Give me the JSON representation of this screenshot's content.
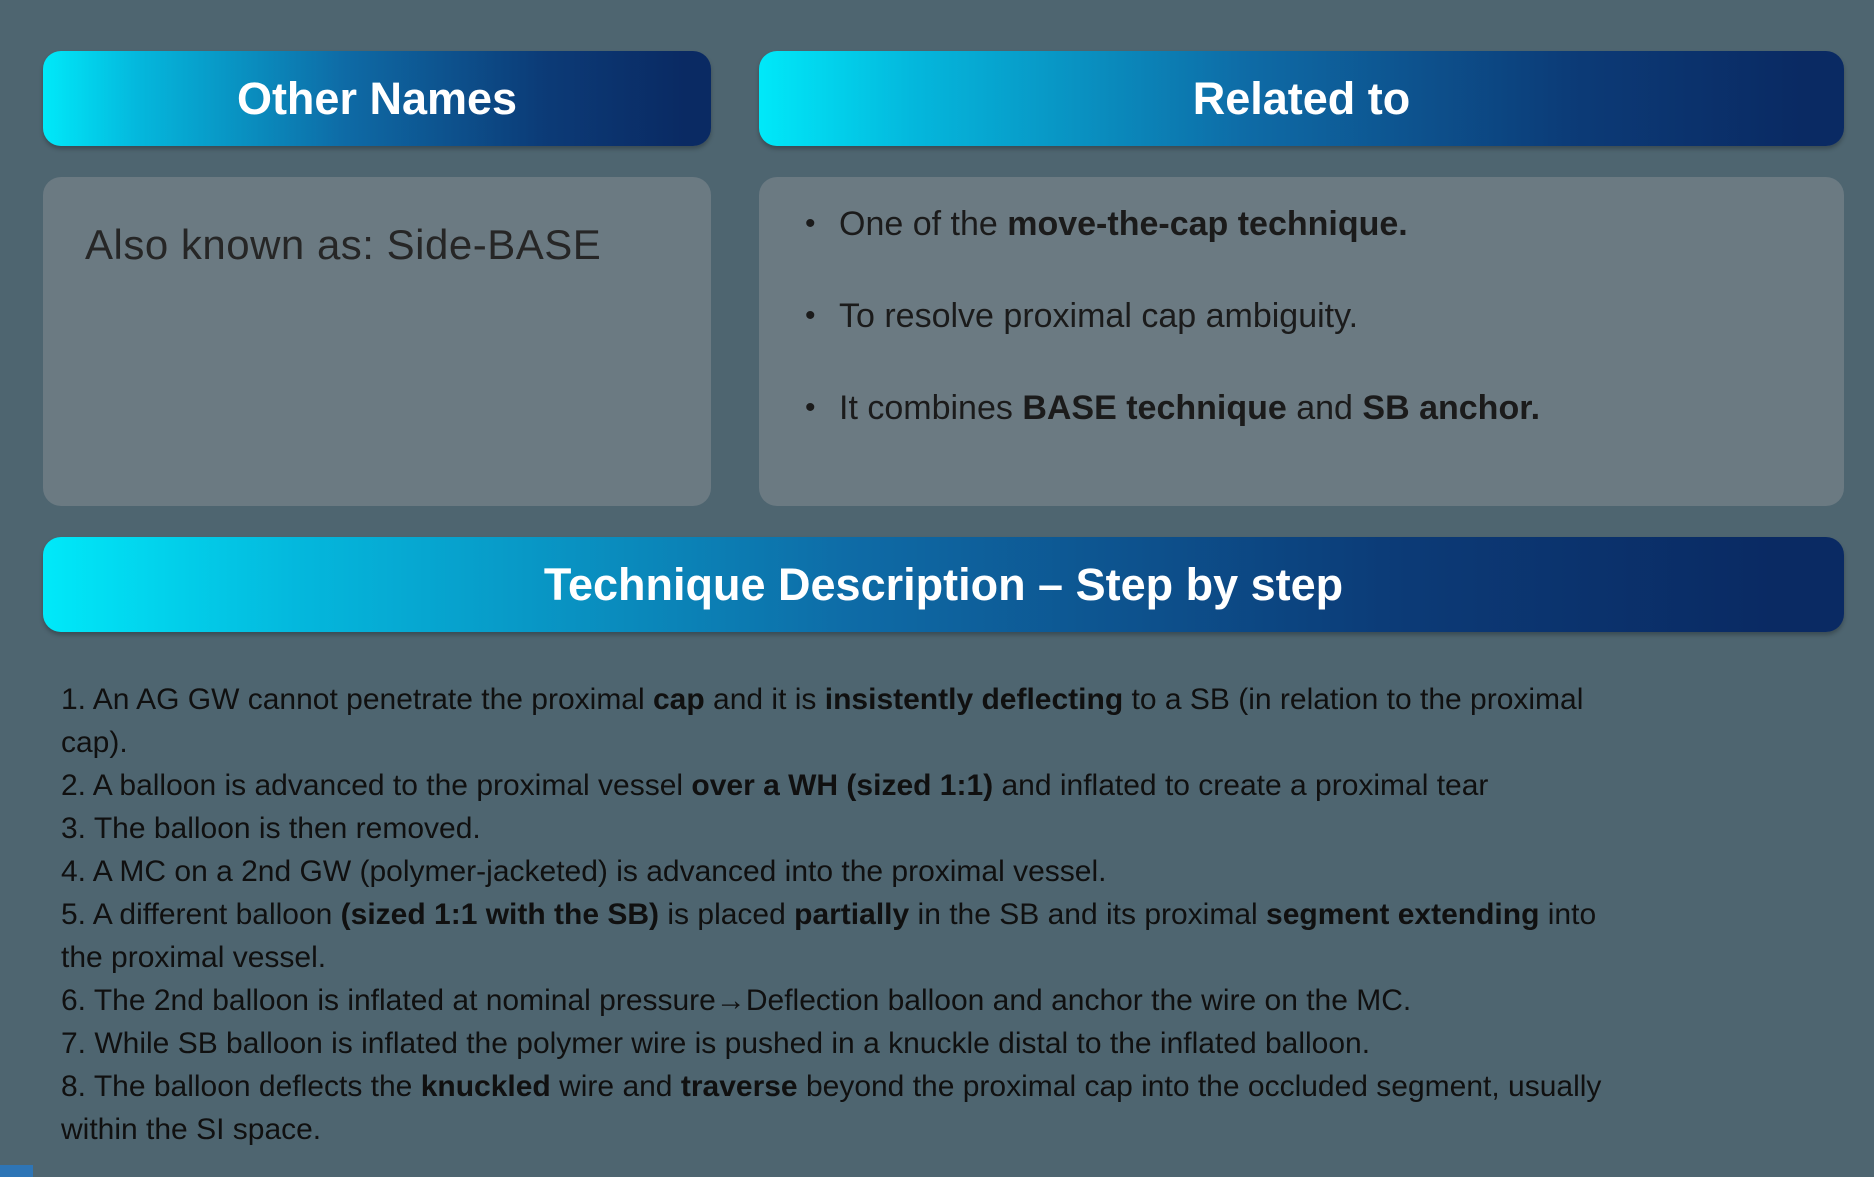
{
  "slide": {
    "background": "#4e6570",
    "panel_fill": "#6b7a82",
    "gradient": {
      "start": "#00e9f9",
      "c2": "#04b8dd",
      "mid": "#0e6ba6",
      "c4": "#0c3b77",
      "end": "#0a2a63"
    },
    "other_names": {
      "title": "Other Names",
      "body": "Also known as: Side-BASE"
    },
    "related_to": {
      "title": "Related to",
      "bullet_glyph": "•",
      "bullets": [
        [
          {
            "t": "One of the ",
            "b": false
          },
          {
            "t": "move-the-cap technique.",
            "b": true
          }
        ],
        [
          {
            "t": "To resolve proximal cap ambiguity.",
            "b": false
          }
        ],
        [
          {
            "t": "It combines ",
            "b": false
          },
          {
            "t": "BASE technique",
            "b": true
          },
          {
            "t": " and ",
            "b": false
          },
          {
            "t": "SB anchor.",
            "b": true
          }
        ]
      ]
    },
    "technique": {
      "title": "Technique Description – Step by step",
      "steps": [
        [
          {
            "t": "1. An AG GW cannot penetrate the proximal ",
            "b": false
          },
          {
            "t": "cap",
            "b": true
          },
          {
            "t": " and it is ",
            "b": false
          },
          {
            "t": "insistently deflecting",
            "b": true
          },
          {
            "t": " to a SB (in relation to the proximal\ncap).",
            "b": false
          }
        ],
        [
          {
            "t": "2. A balloon is advanced to the proximal vessel ",
            "b": false
          },
          {
            "t": "over a WH (sized 1:1)",
            "b": true
          },
          {
            "t": " and inflated to create a proximal tear",
            "b": false
          }
        ],
        [
          {
            "t": "3. The balloon is then removed.",
            "b": false
          }
        ],
        [
          {
            "t": "4. A MC on a 2nd GW (polymer-jacketed) is advanced into the proximal vessel.",
            "b": false
          }
        ],
        [
          {
            "t": "5. A different balloon ",
            "b": false
          },
          {
            "t": "(sized 1:1 with the SB)",
            "b": true
          },
          {
            "t": " is placed ",
            "b": false
          },
          {
            "t": "partially",
            "b": true
          },
          {
            "t": " in the SB and its proximal ",
            "b": false
          },
          {
            "t": "segment extending",
            "b": true
          },
          {
            "t": " into\nthe proximal vessel.",
            "b": false
          }
        ],
        [
          {
            "t": "6. The 2nd balloon is inflated at nominal pressure→Deflection balloon and anchor the wire on the MC.",
            "b": false
          }
        ],
        [
          {
            "t": "7. While SB balloon is inflated the polymer wire is pushed in a knuckle distal to the inflated balloon.",
            "b": false
          }
        ],
        [
          {
            "t": "8. The balloon deflects the ",
            "b": false
          },
          {
            "t": "knuckled",
            "b": true
          },
          {
            "t": " wire and ",
            "b": false
          },
          {
            "t": "traverse",
            "b": true
          },
          {
            "t": " beyond the proximal cap into the occluded segment, usually\nwithin the SI space.",
            "b": false
          }
        ]
      ]
    },
    "decor": {
      "corner_square_color": "#2e75b6"
    }
  }
}
